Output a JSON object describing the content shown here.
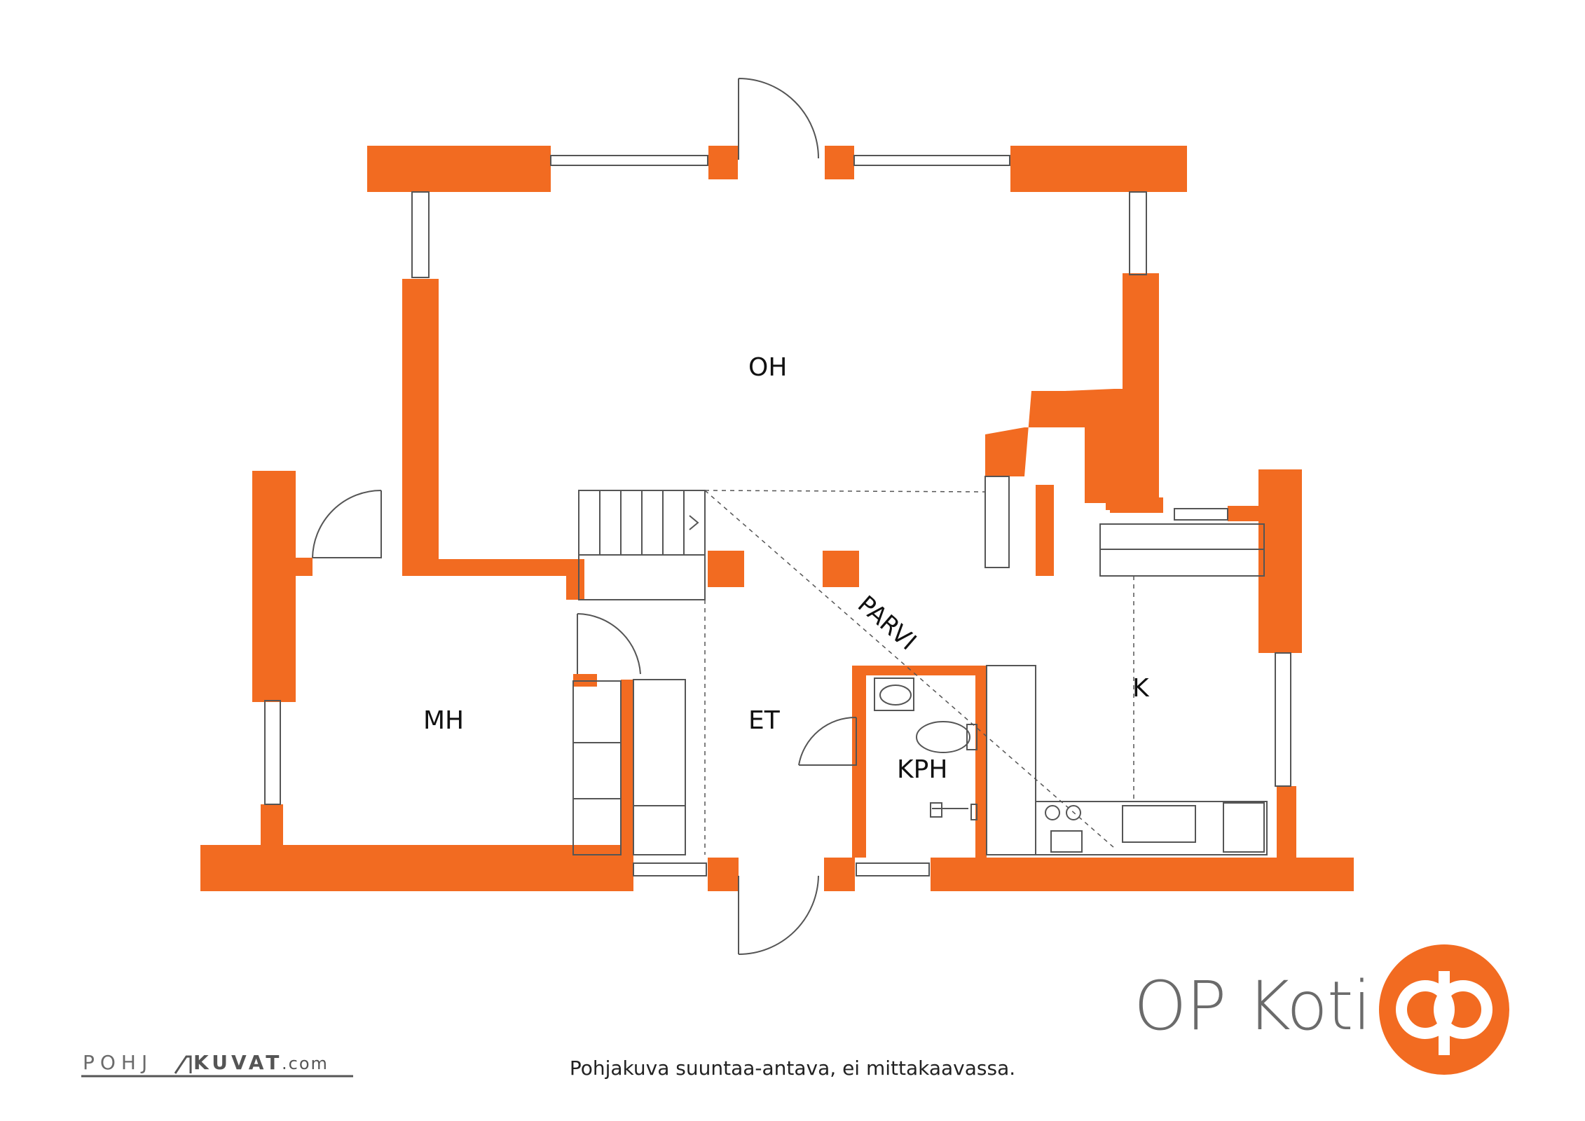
{
  "rooms": {
    "oh": "OH",
    "mh": "MH",
    "et": "ET",
    "kph": "KPH",
    "k": "K",
    "parvi": "PARVI"
  },
  "footer": {
    "note": "Pohjakuva suuntaa-antava, ei mittakaavassa.",
    "brand": "OP Koti",
    "credit_left": "POHJ",
    "credit_right": "KUVAT",
    "credit_domain": ".com"
  },
  "colors": {
    "wall": "#F26B21",
    "line": "#555555",
    "logo": "#F26B21"
  },
  "icons": {
    "logo": "op-logo-icon"
  }
}
